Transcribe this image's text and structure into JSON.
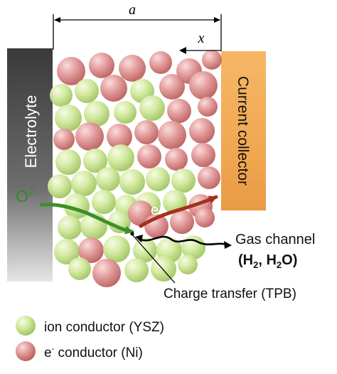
{
  "dimension": {
    "width_label": "a",
    "position_label": "x"
  },
  "electrolyte": {
    "label": "Electrolyte"
  },
  "collector": {
    "label": "Current collector"
  },
  "ion": {
    "main": "O",
    "sup": "2-"
  },
  "electron": {
    "main": "e",
    "sup": "-"
  },
  "gas_channel": {
    "line1": "Gas channel",
    "line2_open": "(H",
    "sub1": "2",
    "mid": ", H",
    "sub2": "2",
    "line2_close": "O)"
  },
  "tpb": {
    "label": "Charge transfer (TPB)"
  },
  "legend": {
    "ion_conductor": "ion conductor (YSZ)",
    "e_conductor_main": "e",
    "e_conductor_sup": "-",
    "e_conductor_rest": " conductor (Ni)"
  },
  "colors": {
    "ion_particle": "#c6e291",
    "e_particle": "#d98484",
    "ion_arrow": "#3d8f2a",
    "electron_arrow": "#a2321d",
    "ion_label": "#2f8a25",
    "electron_label": "#ffffff",
    "electrolyte_fill": "#555555",
    "collector_fill": "#f0a955"
  }
}
